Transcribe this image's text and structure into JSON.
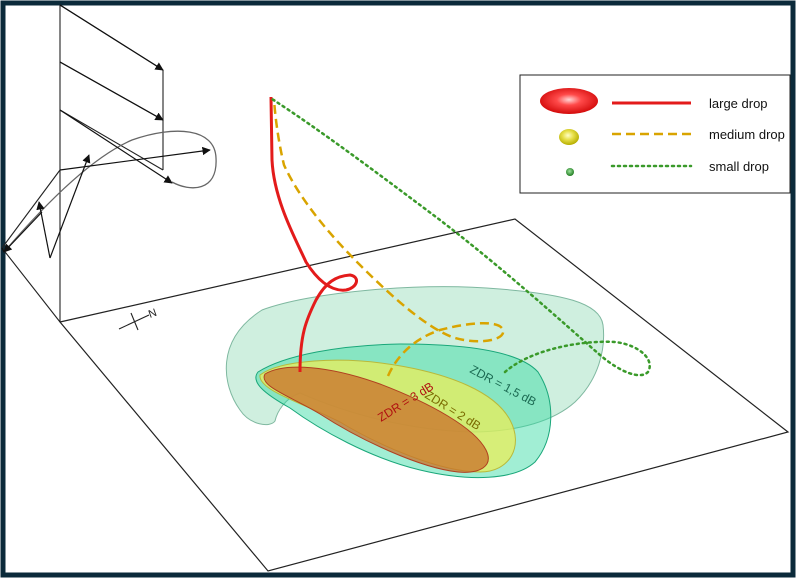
{
  "legend": {
    "items": [
      {
        "label": "large drop",
        "color": "#e31b1b",
        "line": "solid"
      },
      {
        "label": "medium drop",
        "color": "#d9a400",
        "line": "dashed"
      },
      {
        "label": "small drop",
        "color": "#3a9a2a",
        "line": "dotted"
      }
    ]
  },
  "zones": [
    {
      "label": "ZDR = 1,5 dB",
      "color": "#2fd9a0"
    },
    {
      "label": "ZDR = 2 dB",
      "color": "#e9ee5a"
    },
    {
      "label": "ZDR = 3 dB",
      "color": "#c9702a"
    }
  ],
  "compass": {
    "north_label": "N"
  },
  "colors": {
    "frame": "#0b2a3a",
    "outer_envelope": "#bfe9d4",
    "plane_outline": "#222222"
  }
}
